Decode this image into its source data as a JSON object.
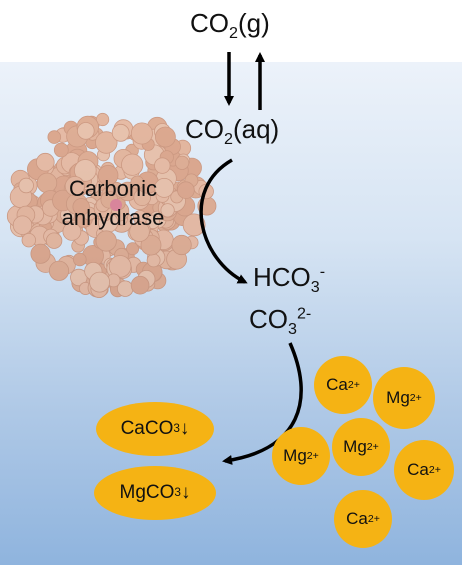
{
  "co2_gas": {
    "base": "CO",
    "sub": "2",
    "phase": "(g)"
  },
  "co2_aq": {
    "base": "CO",
    "sub": "2",
    "phase": "(aq)"
  },
  "enzyme": {
    "line1": "Carbonic",
    "line2": "anhydrase"
  },
  "bicarbonate": {
    "base": "HCO",
    "sub": "3",
    "charge": "-"
  },
  "carbonate": {
    "base": "CO",
    "sub": "3",
    "charge": "2-"
  },
  "ions": [
    {
      "symbol": "Ca",
      "charge": "2+"
    },
    {
      "symbol": "Mg",
      "charge": "2+"
    },
    {
      "symbol": "Mg",
      "charge": "2+"
    },
    {
      "symbol": "Mg",
      "charge": "2+"
    },
    {
      "symbol": "Ca",
      "charge": "2+"
    },
    {
      "symbol": "Ca",
      "charge": "2+"
    }
  ],
  "precipitates": [
    {
      "base": "CaCO",
      "sub": "3",
      "arrow": "↓"
    },
    {
      "base": "MgCO",
      "sub": "3",
      "arrow": "↓"
    }
  ],
  "colors": {
    "ion_fill": "#f5b314",
    "enzyme": "#e3a27e",
    "arrow": "#000000"
  }
}
